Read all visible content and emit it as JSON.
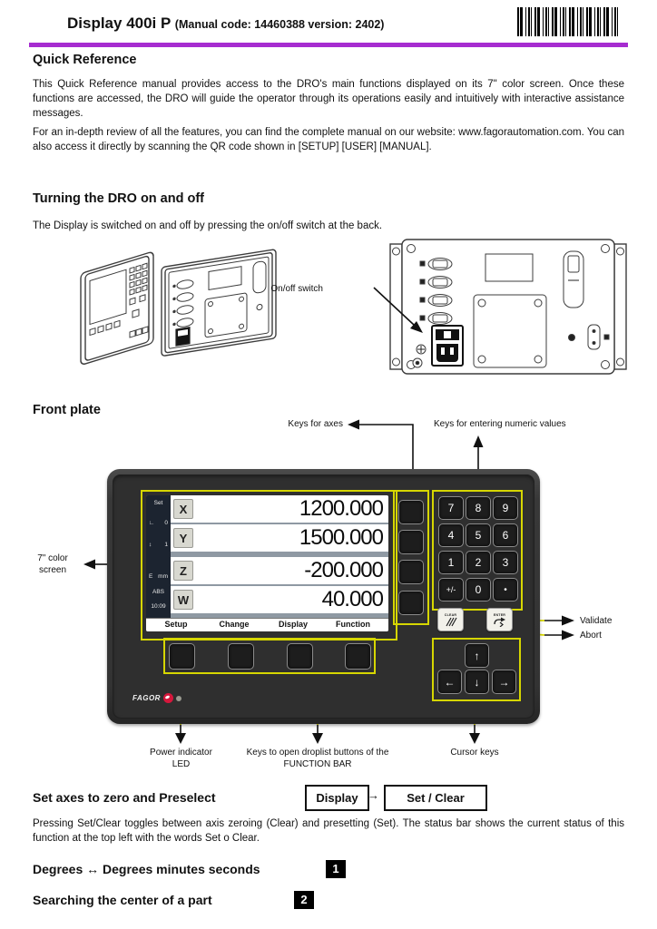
{
  "page": {
    "title": "Display 400i P",
    "subtitle": "(Manual code: 14460388 version: 2402)",
    "accent_purple": "#a62cd0",
    "highlight_yellow": "#d6d600"
  },
  "quick_reference": {
    "heading": "Quick Reference",
    "para1": "This Quick Reference manual provides access to the DRO's main functions displayed on its 7\" color screen. Once these functions are accessed, the DRO will guide the operator through its operations easily and intuitively with interactive assistance messages.",
    "para2": "For an in-depth review of all the features, you can find the complete manual on our website: www.fagorautomation.com. You can also access it directly by scanning the QR code shown in [SETUP] [USER] [MANUAL]."
  },
  "turning_on_off": {
    "heading": "Turning the DRO on and off",
    "body": "The Display is switched on and off by pressing the on/off switch at the back.",
    "switch_label": "On/off switch"
  },
  "front_plate": {
    "heading": "Front plate",
    "labels": {
      "keys_for_axes": "Keys for axes",
      "keys_numeric": "Keys for entering numeric values",
      "screen_line1": "7\" color",
      "screen_line2": "screen",
      "validate": "Validate",
      "abort": "Abort",
      "power_line1": "Power indicator",
      "power_line2": "LED",
      "droplist_line1": "Keys to open droplist buttons of the",
      "droplist_line2": "FUNCTION BAR",
      "cursor": "Cursor keys"
    },
    "dro": {
      "brand": "FAGOR",
      "status": {
        "set": "Set",
        "datum_icon": "∟",
        "datum": "0",
        "tool_icon": "↕",
        "tool": "1",
        "scale_icon": "E",
        "units": "mm",
        "mode": "ABS",
        "time": "10:09"
      },
      "axes": [
        {
          "label": "X",
          "value": "1200.000"
        },
        {
          "label": "Y",
          "value": "1500.000"
        },
        {
          "label": "Z",
          "value": "-200.000"
        },
        {
          "label": "W",
          "value": "40.000"
        }
      ],
      "function_bar": [
        "Setup",
        "Change",
        "Display",
        "Function"
      ],
      "keypad": [
        "7",
        "8",
        "9",
        "4",
        "5",
        "6",
        "1",
        "2",
        "3",
        "+/-",
        "0",
        "•"
      ],
      "clear_key": "CLEAR",
      "enter_key": "ENTER",
      "cursor_up": "↑",
      "cursor_left": "←",
      "cursor_down": "↓",
      "cursor_right": "→"
    }
  },
  "set_axes": {
    "heading": "Set axes to zero and Preselect",
    "key1": "Display",
    "arrow": "→",
    "key2": "Set / Clear",
    "body": "Pressing Set/Clear toggles between axis zeroing (Clear) and presetting (Set). The status bar shows the current status of this function at the top left with the words Set o Clear."
  },
  "sections": [
    {
      "heading": "Degrees ↔ Degrees minutes seconds",
      "badge": "1"
    },
    {
      "heading": "Searching the center of a part",
      "badge": "2"
    }
  ]
}
